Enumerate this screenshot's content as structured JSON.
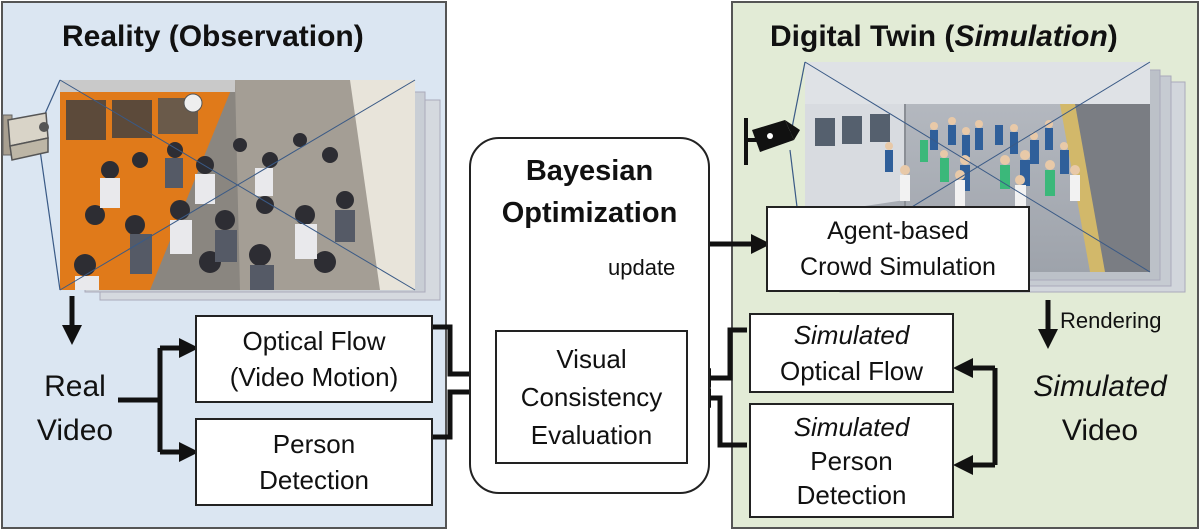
{
  "reality": {
    "title": "Reality (Observation)",
    "real_video_line1": "Real",
    "real_video_line2": "Video",
    "optical_flow_line1": "Optical Flow",
    "optical_flow_line2": "(Video Motion)",
    "person_detection_line1": "Person",
    "person_detection_line2": "Detection"
  },
  "twin": {
    "title_prefix": "Digital Twin (",
    "title_italic": "Simulation",
    "title_suffix": ")",
    "agent_sim_line1": "Agent-based",
    "agent_sim_line2": "Crowd Simulation",
    "rendering": "Rendering",
    "sim_video_line1": "Simulated",
    "sim_video_line2": "Video",
    "sim_flow_line1": "Simulated",
    "sim_flow_line2": "Optical Flow",
    "sim_det_line1": "Simulated",
    "sim_det_line2": "Person",
    "sim_det_line3": "Detection"
  },
  "bo": {
    "title_line1": "Bayesian",
    "title_line2": "Optimization",
    "update": "update",
    "visual_line1": "Visual",
    "visual_line2": "Consistency",
    "visual_line3": "Evaluation"
  },
  "colors": {
    "reality_panel": "#dbe6f2",
    "twin_panel": "#e2ebd6",
    "train_orange": "#e07a1a"
  },
  "icons": [
    "cctv-camera-icon",
    "security-camera-icon"
  ]
}
